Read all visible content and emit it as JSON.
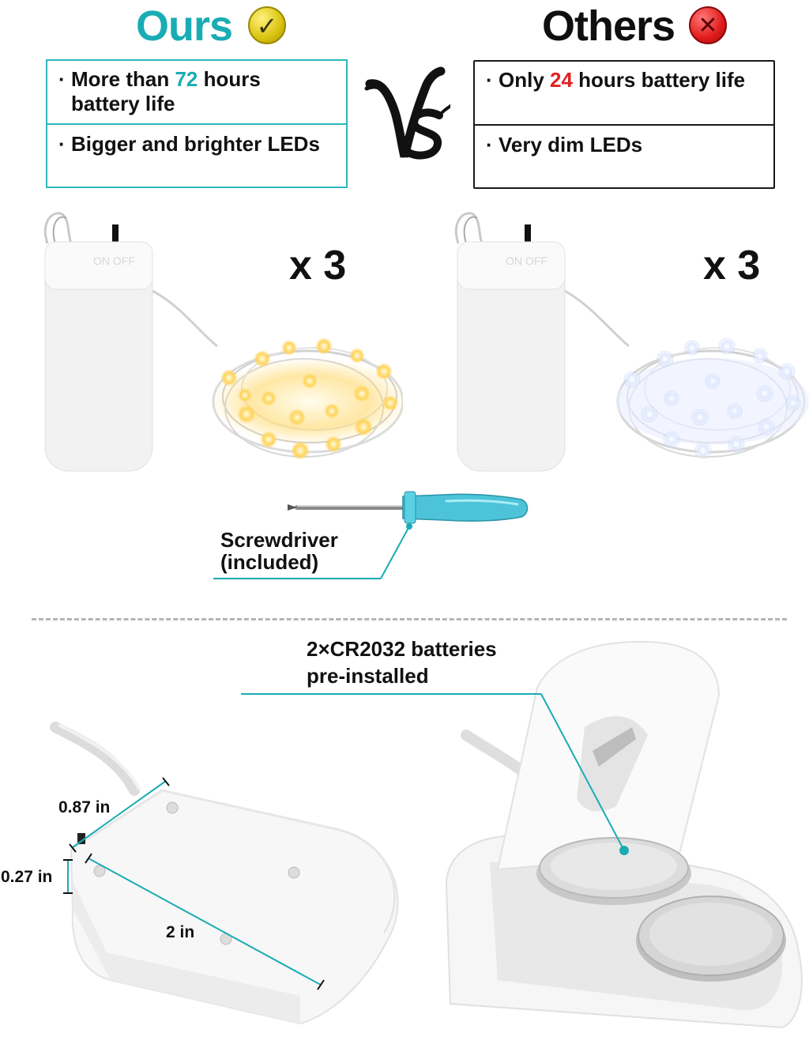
{
  "ours": {
    "heading": "Ours",
    "badge_icon": "check-icon",
    "features": [
      {
        "prefix": "More than ",
        "highlight": "72",
        "suffix": " hours",
        "line2": "battery life"
      },
      {
        "text": "Bigger and brighter LEDs"
      }
    ],
    "quantity": "x 3",
    "led_color": "#ffd86a",
    "switch_labels": "ON  OFF"
  },
  "others": {
    "heading": "Others",
    "badge_icon": "x-icon",
    "features": [
      {
        "prefix": "Only ",
        "highlight": "24",
        "suffix": " hours battery life"
      },
      {
        "text": "Very dim LEDs"
      }
    ],
    "quantity": "x 3",
    "led_color": "#e9f1ff",
    "switch_labels": "ON  OFF"
  },
  "vs_text": "VS",
  "bullet": "·",
  "screwdriver": {
    "line1": "Screwdriver",
    "line2": "(included)"
  },
  "batteries": {
    "line1": "2×CR2032 batteries",
    "line2": "pre-installed"
  },
  "dimensions": {
    "width": "0.87 in",
    "height": "0.27 in",
    "length": "2 in"
  },
  "colors": {
    "accent": "#1aacb4",
    "warn": "#e32020",
    "yes_badge": "#d9c210",
    "no_badge": "#e11b1b",
    "handle": "#4cc3d8"
  }
}
